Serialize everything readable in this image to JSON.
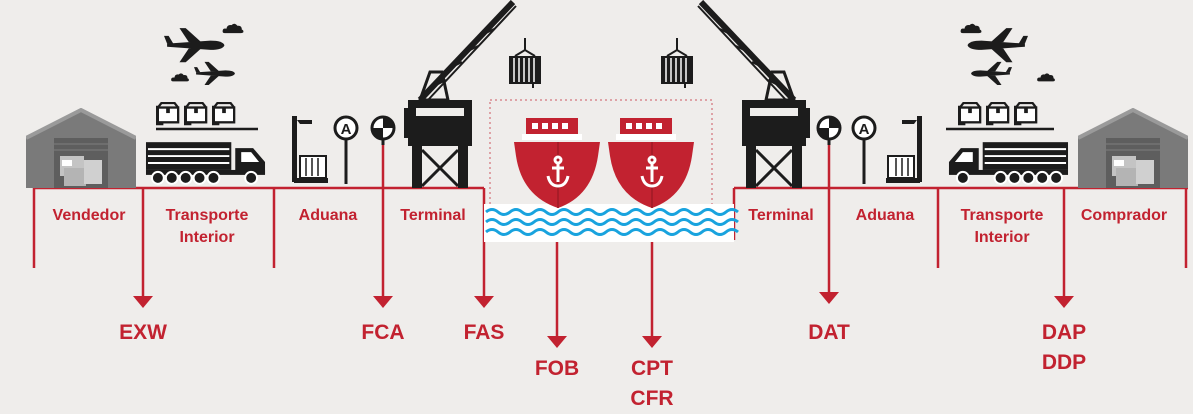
{
  "segments": {
    "vendedor": "Vendedor",
    "transporte_left": "Transporte\nInterior",
    "aduana_left": "Aduana",
    "terminal_left": "Terminal",
    "terminal_right": "Terminal",
    "aduana_right": "Aduana",
    "transporte_right": "Transporte\nInterior",
    "comprador": "Comprador"
  },
  "terms": {
    "exw": "EXW",
    "fca": "FCA",
    "fas": "FAS",
    "fob": "FOB",
    "cpt_cfr": "CPT\nCFR",
    "dat": "DAT",
    "dap_ddp": "DAP\nDDP"
  },
  "signs": {
    "left_a": "A",
    "right_a": "A"
  },
  "colors": {
    "accent_red": "#c22230",
    "dark_icon": "#1c1c1c",
    "warehouse_gray": "#7a7a7a",
    "water_blue": "#19a3de",
    "background": "#efedeb"
  },
  "icons": [
    "warehouse-icon",
    "airplane-icon",
    "boxes-trolley-icon",
    "truck-icon",
    "forklift-icon",
    "customs-sign-icon",
    "checkered-sign-icon",
    "crane-icon",
    "container-icon",
    "ship-icon",
    "anchor-icon",
    "water-icon",
    "cloud-icon"
  ]
}
